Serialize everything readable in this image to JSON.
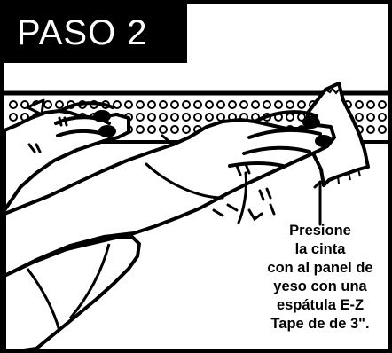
{
  "header": {
    "title": "PASO 2"
  },
  "instruction": {
    "lines": [
      "Presione",
      "la cinta",
      "con al panel de",
      "yeso con una",
      "espátula E-Z",
      "Tape de de 3\"."
    ]
  },
  "colors": {
    "ink": "#000000",
    "paper": "#ffffff",
    "header_background": "#000000",
    "header_text": "#ffffff"
  }
}
